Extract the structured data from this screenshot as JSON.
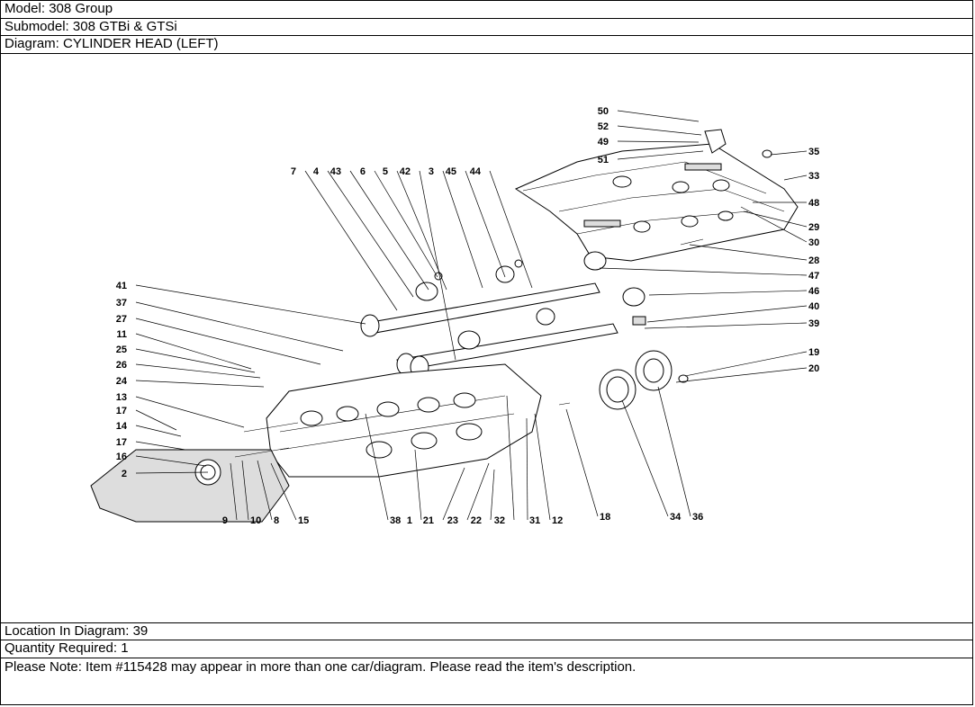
{
  "header": {
    "model": "Model: 308 Group",
    "submodel": "Submodel: 308 GTBi & GTSi",
    "diagram": "Diagram: CYLINDER HEAD (LEFT)"
  },
  "footer": {
    "location": "Location In Diagram: 39",
    "quantity": "Quantity Required: 1",
    "note": "Please Note: Item #115428 may appear in more than one car/diagram. Please read the item's description."
  },
  "diagram": {
    "callouts": [
      "50",
      "52",
      "49",
      "51",
      "35",
      "33",
      "48",
      "29",
      "30",
      "28",
      "47",
      "46",
      "40",
      "39",
      "19",
      "20",
      "7",
      "4",
      "43",
      "6",
      "5",
      "42",
      "3",
      "45",
      "44",
      "41",
      "37",
      "27",
      "11",
      "25",
      "26",
      "24",
      "13",
      "17",
      "14",
      "17",
      "16",
      "2",
      "9",
      "10",
      "8",
      "15",
      "38",
      "1",
      "21",
      "23",
      "22",
      "32",
      "31",
      "12",
      "18",
      "34",
      "36"
    ]
  }
}
